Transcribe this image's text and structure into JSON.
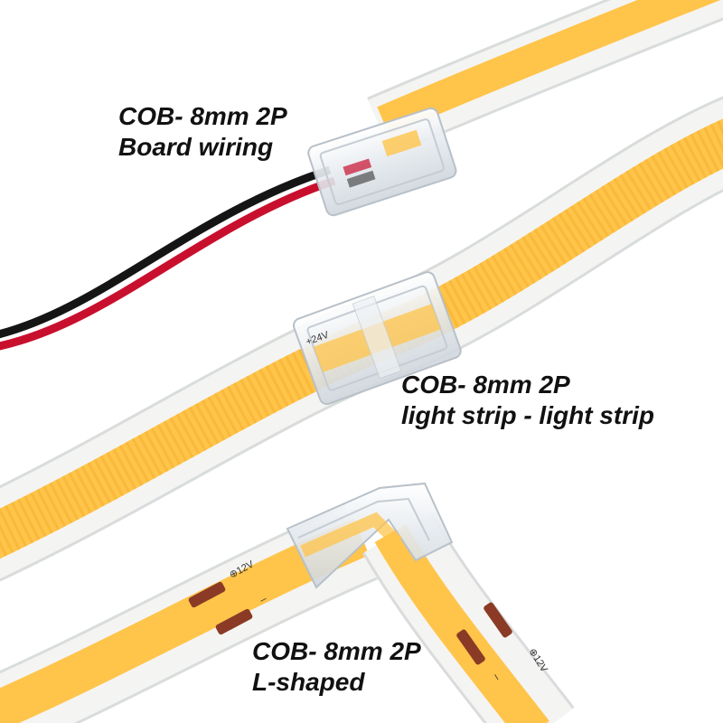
{
  "captions": {
    "board_wiring": {
      "line1": "COB- 8mm 2P",
      "line2": "Board wiring"
    },
    "strip_to_strip": {
      "line1": "COB- 8mm 2P",
      "line2": "light strip - light strip"
    },
    "l_shaped": {
      "line1": "COB- 8mm 2P",
      "line2": "L-shaped"
    }
  },
  "strip_markings": {
    "plus_12v": "⊕12V",
    "minus": "–",
    "plus_24v": "+24V",
    "plus": "+"
  },
  "colors": {
    "background": "#ffffff",
    "strip_white": "#f4f4f2",
    "strip_edge": "#d9dcdc",
    "cob_yellow": "#ffc44a",
    "cob_dark": "#f2ad2a",
    "copper_pad": "#8a3a25",
    "wire_red": "#c8102e",
    "wire_black": "#151515",
    "connector_clear": "#eef1f4",
    "caption_text": "#111111"
  }
}
